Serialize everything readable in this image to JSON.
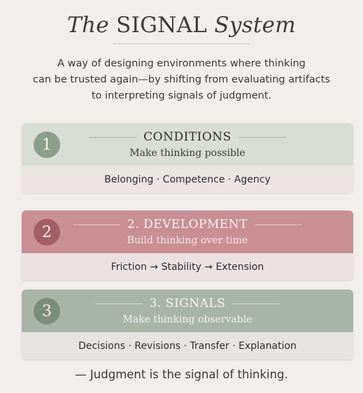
{
  "title": {
    "prefix": "The",
    "main": "SIGNAL",
    "suffix": "System"
  },
  "subtitle": {
    "line1": "A way of designing environments where thinking",
    "line2": "can be trusted again—by shifting from evaluating artifacts",
    "line3": "to interpreting signals of judgment."
  },
  "sections": [
    {
      "number": "1",
      "title": "CONDITIONS",
      "subtitle": "Make thinking possible",
      "items": "Belonging · Competence · Agency",
      "colors": {
        "header": "#d8ddd6",
        "badge": "#8d9f8c",
        "footer": "#ebe6e4"
      }
    },
    {
      "number": "2",
      "title": "2. DEVELOPMENT",
      "subtitle": "Build thinking over time",
      "items": "Friction → Stability → Extension",
      "colors": {
        "header": "#c88f95",
        "badge": "#a45e67",
        "footer": "#ece1e1"
      }
    },
    {
      "number": "3",
      "title": "3. SIGNALS",
      "subtitle": "Make thinking observable",
      "items": "Decisions · Revisions · Transfer · Explanation",
      "colors": {
        "header": "#a9b4a8",
        "badge": "#7c8c7b",
        "footer": "#e5e4e0"
      }
    }
  ],
  "closing": "— Judgment is the signal of thinking."
}
